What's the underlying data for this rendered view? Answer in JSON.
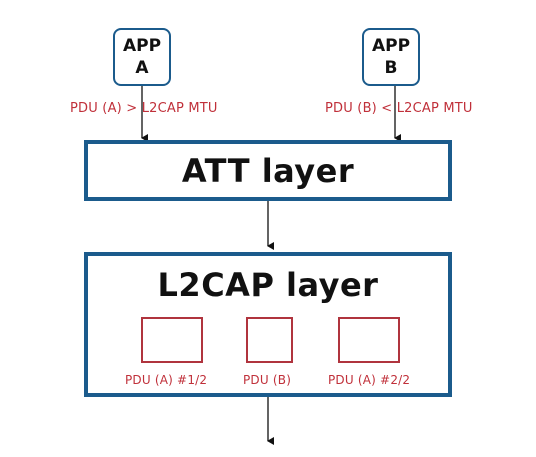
{
  "colors": {
    "layer_border": "#1b5b8c",
    "pdu_red": "#c0303a",
    "text": "#111111"
  },
  "apps": [
    {
      "line1": "APP",
      "line2": "A"
    },
    {
      "line1": "APP",
      "line2": "B"
    }
  ],
  "pdu_labels": {
    "a": "PDU (A) > L2CAP MTU",
    "b": "PDU (B) < L2CAP MTU"
  },
  "layers": {
    "att": "ATT layer",
    "l2cap": "L2CAP layer"
  },
  "l2cap_pdus": [
    {
      "label": "PDU (A) #1/2"
    },
    {
      "label": "PDU (B)"
    },
    {
      "label": "PDU (A) #2/2"
    }
  ]
}
